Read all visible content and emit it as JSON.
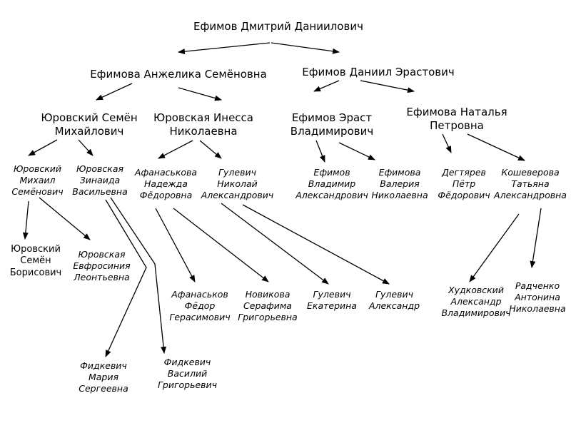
{
  "diagram": {
    "type": "family-tree",
    "people": {
      "root": [
        "Ефимов Дмитрий Даниилович"
      ],
      "anzhelika": [
        "Ефимова Анжелика Семёновна"
      ],
      "daniil": [
        "Ефимов Даниил Эрастович"
      ],
      "semen_yurovsky": [
        "Юровский Семён",
        "Михайлович"
      ],
      "inessa": [
        "Юровская Инесса",
        "Николаевна"
      ],
      "erast": [
        "Ефимов Эраст",
        "Владимирович"
      ],
      "natalya": [
        "Ефимова Наталья",
        "Петровна"
      ],
      "mikhail": [
        "Юровский",
        "Михаил",
        "Семёнович"
      ],
      "zinaida": [
        "Юровская",
        "Зинаида",
        "Васильевна"
      ],
      "nadezhda": [
        "Афанаськова",
        "Надежда",
        "Фёдоровна"
      ],
      "nikolay": [
        "Гулевич",
        "Николай",
        "Александрович"
      ],
      "vladimir": [
        "Ефимов",
        "Владимир",
        "Александрович"
      ],
      "valeria": [
        "Ефимова",
        "Валерия",
        "Николаевна"
      ],
      "petr": [
        "Дегтярев",
        "Пётр",
        "Фёдорович"
      ],
      "tatyana": [
        "Кошеверова",
        "Татьяна",
        "Александровна"
      ],
      "semen_b": [
        "Юровский",
        "Семён",
        "Борисович"
      ],
      "evfrosiniya": [
        "Юровская",
        "Евфросиния",
        "Леонтьевна"
      ],
      "fedor": [
        "Афанаськов",
        "Фёдор",
        "Герасимович"
      ],
      "serafima": [
        "Новикова",
        "Серафима",
        "Григорьевна"
      ],
      "ekaterina": [
        "Гулевич",
        "Екатерина"
      ],
      "aleksandr_g": [
        "Гулевич",
        "Александр"
      ],
      "aleksandr_h": [
        "Худковский",
        "Александр",
        "Владимирович"
      ],
      "antonina": [
        "Радченко",
        "Антонина",
        "Николаевна"
      ],
      "mariya": [
        "Фидкевич",
        "Мария",
        "Сергеевна"
      ],
      "vasiliy": [
        "Фидкевич",
        "Василий",
        "Григорьевич"
      ]
    },
    "edges": [
      [
        "root",
        "anzhelika"
      ],
      [
        "root",
        "daniil"
      ],
      [
        "anzhelika",
        "semen_yurovsky"
      ],
      [
        "anzhelika",
        "inessa"
      ],
      [
        "daniil",
        "erast"
      ],
      [
        "daniil",
        "natalya"
      ],
      [
        "semen_yurovsky",
        "mikhail"
      ],
      [
        "semen_yurovsky",
        "zinaida"
      ],
      [
        "inessa",
        "nadezhda"
      ],
      [
        "inessa",
        "nikolay"
      ],
      [
        "erast",
        "vladimir"
      ],
      [
        "erast",
        "valeria"
      ],
      [
        "natalya",
        "petr"
      ],
      [
        "natalya",
        "tatyana"
      ],
      [
        "mikhail",
        "semen_b"
      ],
      [
        "mikhail",
        "evfrosiniya"
      ],
      [
        "zinaida",
        "mariya"
      ],
      [
        "zinaida",
        "vasiliy"
      ],
      [
        "nadezhda",
        "fedor"
      ],
      [
        "nadezhda",
        "serafima"
      ],
      [
        "nikolay",
        "ekaterina"
      ],
      [
        "nikolay",
        "aleksandr_g"
      ],
      [
        "tatyana",
        "aleksandr_h"
      ],
      [
        "tatyana",
        "antonina"
      ]
    ],
    "colors": {
      "line": "#000000",
      "text": "#000000",
      "background": "#ffffff"
    }
  }
}
